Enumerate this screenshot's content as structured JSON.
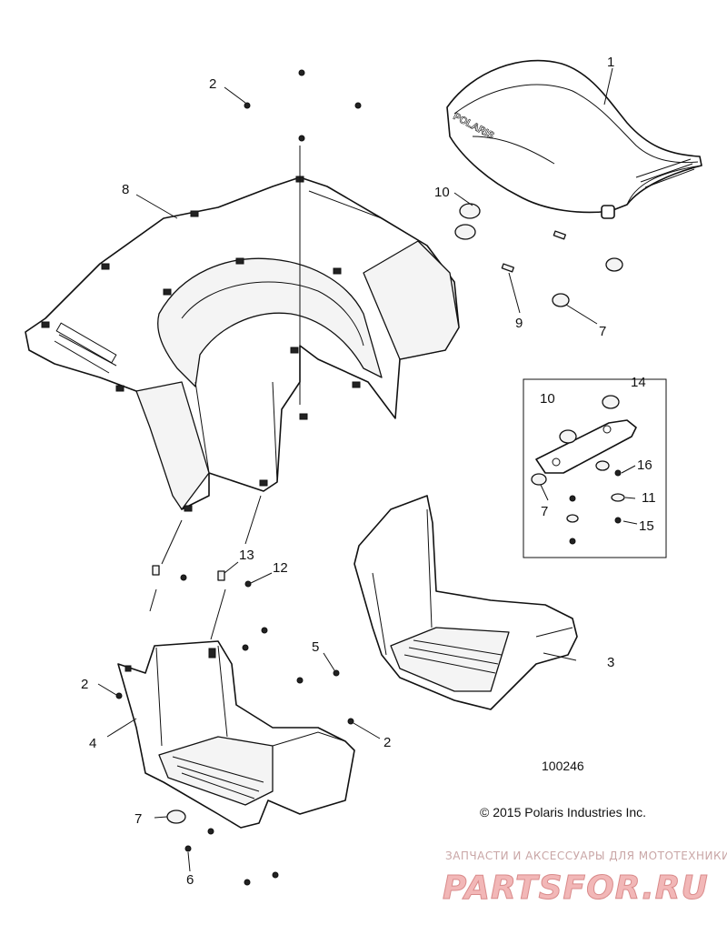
{
  "diagram": {
    "drawing_number": "100246",
    "copyright": "© 2015 Polaris Industries Inc.",
    "seat_brand": "POLARIS",
    "callouts": {
      "c1": "1",
      "c2a": "2",
      "c2b": "2",
      "c2c": "2",
      "c3": "3",
      "c4": "4",
      "c5": "5",
      "c6": "6",
      "c7a": "7",
      "c7b": "7",
      "c7c": "7",
      "c8": "8",
      "c9": "9",
      "c10a": "10",
      "c10b": "10",
      "c11": "11",
      "c12": "12",
      "c13": "13",
      "c14": "14",
      "c15": "15",
      "c16": "16"
    }
  },
  "watermark": {
    "tagline": "ЗАПЧАСТИ И АКСЕССУАРЫ ДЛЯ МОТОТЕХНИКИ",
    "logo": "PARTSFOR.RU"
  }
}
